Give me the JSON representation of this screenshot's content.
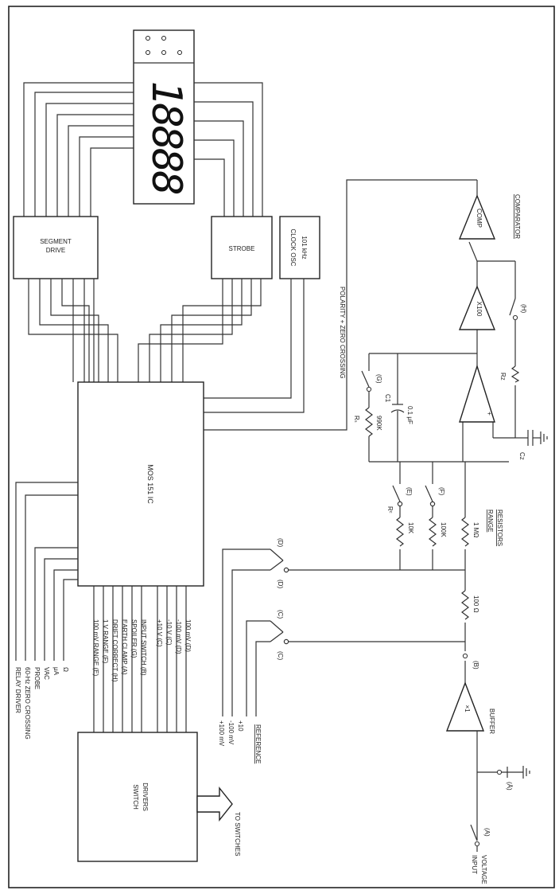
{
  "display": {
    "digits": "18888"
  },
  "blocks": {
    "segment_drive": [
      "SEGMENT",
      "DRIVE"
    ],
    "strobe": "STROBE",
    "clock_osc": [
      "CLOCK OSC",
      "101 kHz"
    ],
    "main_ic": "MOS 151 IC",
    "switch_drivers": [
      "SWITCH",
      "DRIVERS"
    ]
  },
  "to_switches": "TO SWITCHES",
  "ic_outputs": [
    "RELAY DRIVER",
    "60-Hz ZERO CROSSING",
    "PROBE",
    "VAC",
    "μA",
    "Ω"
  ],
  "ic_inputs": [
    "100 mV RANGE (E)",
    "1 V RANGE (F)",
    "DRIFT CORRECT (H)",
    "EARTH CLAMP (A)",
    "SPOILER (G)",
    "INPUT SWITCH (B)",
    "+10 V (C)",
    "-10 V (C)",
    "-100 mV (D)",
    "100 mV (D)"
  ],
  "reference": {
    "title": "REFERENCE",
    "lines": [
      "+100 mV",
      "-100 mV",
      "+10"
    ]
  },
  "signal": {
    "polarity_label": "POLARITY + ZERO CROSSING",
    "comparator_label": "COMPARATOR",
    "comp_amp": "COMP",
    "x100_amp": "X100",
    "buffer_amp": "×1",
    "buffer_label": "BUFFER",
    "range_resistors": [
      "RANGE",
      "RESISTORS"
    ],
    "input_label": [
      "INPUT",
      "VOLTAGE"
    ]
  },
  "components": {
    "rs": "Rₛ",
    "rs_value": "990K",
    "c1": "C1",
    "c1_value": "0.1 μF",
    "rc": "Rᶜ",
    "rc_value": "10K",
    "r100k": "100K",
    "r1m": "1 MΩ",
    "r100": "100 Ω",
    "rz": "Rᴢ",
    "cz": "Cᴢ"
  },
  "switch_tags": {
    "a": "(A)",
    "a_bar": "(Ā)",
    "b": "(B)",
    "c1": "(C)",
    "c2": "(C)",
    "d1": "(D)",
    "d2": "(D)",
    "e": "(E)",
    "f": "(F)",
    "g": "(G)",
    "h": "(H)"
  }
}
